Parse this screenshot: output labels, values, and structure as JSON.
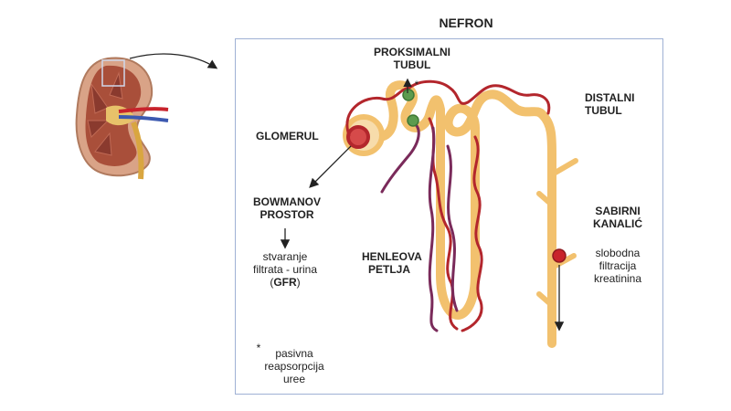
{
  "title": "NEFRON",
  "labels": {
    "proximal_1": "PROKSIMALNI",
    "proximal_2": "TUBUL",
    "distal_1": "DISTALNI",
    "distal_2": "TUBUL",
    "glomerul": "GLOMERUL",
    "bowman_1": "BOWMANOV",
    "bowman_2": "PROSTOR",
    "henle_1": "HENLEOVA",
    "henle_2": "PETLJA",
    "sabirni_1": "SABIRNI",
    "sabirni_2": "KANALIĆ",
    "filtrate_1": "stvaranje",
    "filtrate_2": "filtrata - urina",
    "filtrate_3_open": "(",
    "filtrate_3_bold": "GFR",
    "filtrate_3_close": ")",
    "creat_1": "slobodna",
    "creat_2": "filtracija",
    "creat_3": "kreatinina",
    "note_star": "*",
    "note_1": "pasivna",
    "note_2": "reapsorpcija",
    "note_3": "uree",
    "asterisk_marker": "*"
  },
  "colors": {
    "tubule": "#f2c16e",
    "vessel_red": "#b3262c",
    "vessel_purple": "#7a2a5a",
    "frame": "#9fb1d4",
    "green_particle": "#5c9b4e",
    "red_particle": "#c8232c",
    "kidney_outer": "#d9a387",
    "kidney_inner": "#a94f3a"
  }
}
